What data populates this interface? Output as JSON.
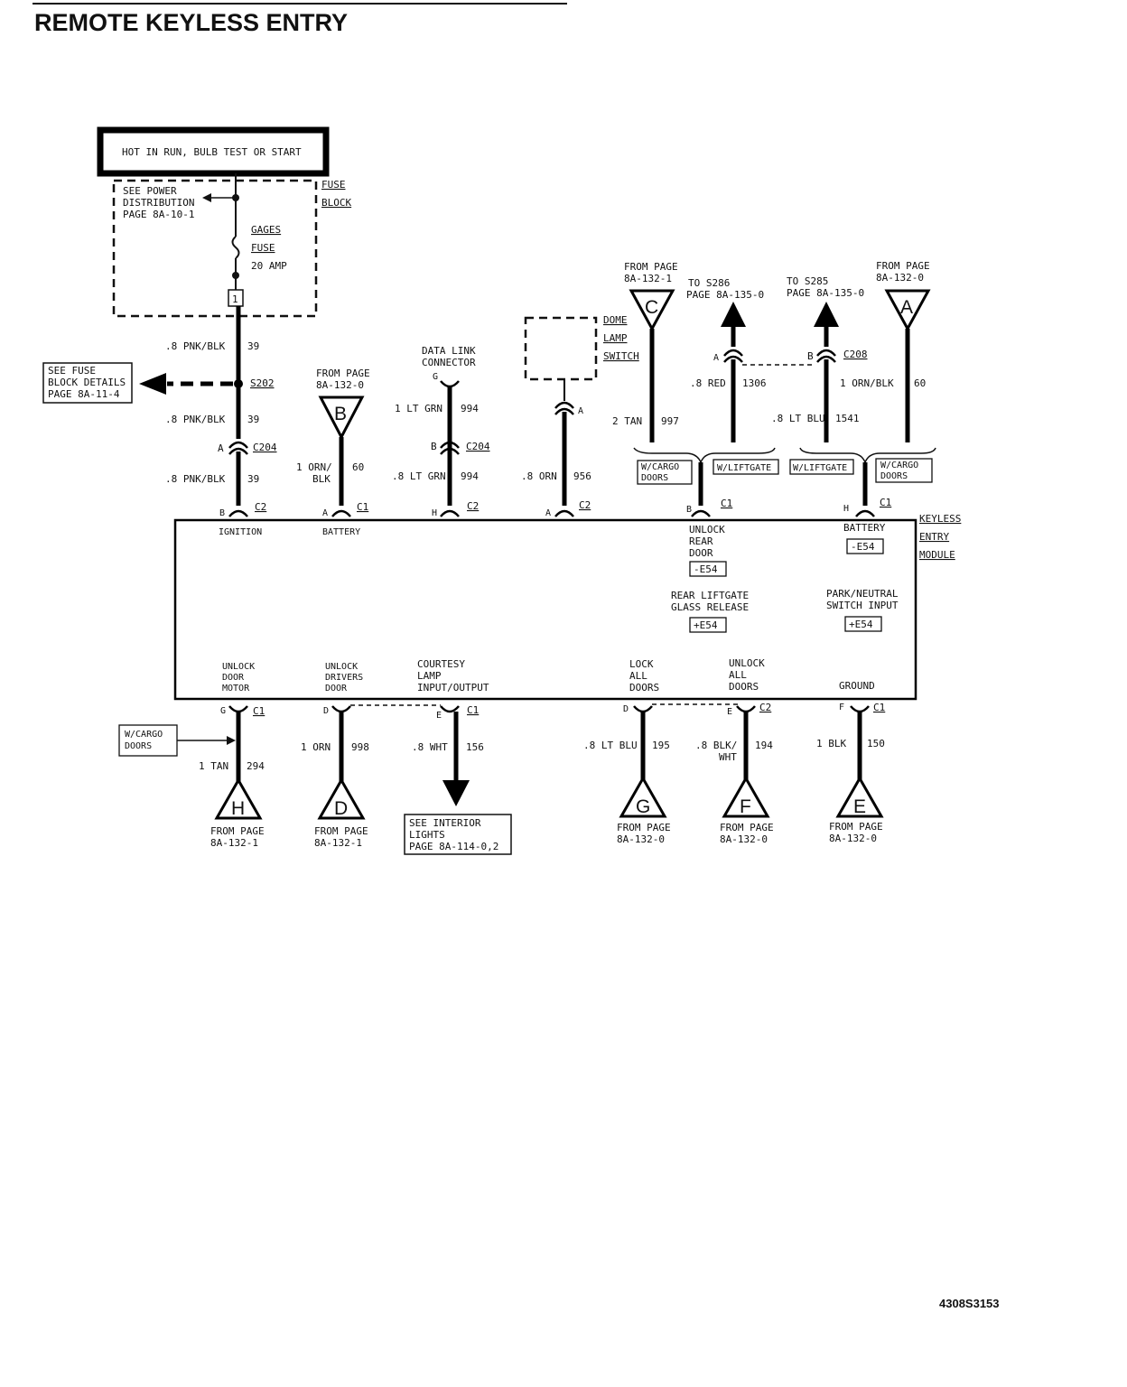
{
  "title": "REMOTE KEYLESS ENTRY",
  "drawing_code": "4308S3153",
  "power_box": "HOT IN RUN, BULB TEST OR START",
  "fuse_block": {
    "name_1": "FUSE",
    "name_2": "BLOCK",
    "ref_1": "SEE POWER",
    "ref_2": "DISTRIBUTION",
    "ref_3": "PAGE 8A-10-1",
    "fuse_name_1": "GAGES",
    "fuse_name_2": "FUSE",
    "fuse_rating": "20 AMP",
    "terminal": "1"
  },
  "splice_ref": {
    "line_1": "SEE FUSE",
    "line_2": "BLOCK DETAILS",
    "line_3": "PAGE 8A-11-4",
    "splice": "S202"
  },
  "ignition_wires": {
    "w1_color": ".8 PNK/BLK",
    "w1_circuit": "39",
    "w2_color": ".8 PNK/BLK",
    "w2_circuit": "39",
    "w3_color": ".8 PNK/BLK",
    "w3_circuit": "39",
    "conn_pin": "A",
    "conn_name": "C204",
    "mod_pin": "B",
    "mod_conn": "C2"
  },
  "battery_wire": {
    "from_1": "FROM PAGE",
    "from_2": "8A-132-0",
    "letter": "B",
    "color_1": "1 ORN/",
    "color_2": "BLK",
    "circuit": "60",
    "mod_pin": "A",
    "mod_conn": "C1"
  },
  "data_link": {
    "name_1": "DATA LINK",
    "name_2": "CONNECTOR",
    "pin_top": "G",
    "w1_color": "1 LT GRN",
    "w1_circuit": "994",
    "conn_pin": "B",
    "conn_name": "C204",
    "w2_color": ".8 LT GRN",
    "w2_circuit": "994",
    "mod_pin": "H",
    "mod_conn": "C2"
  },
  "dome_lamp": {
    "name_1": "DOME",
    "name_2": "LAMP",
    "name_3": "SWITCH",
    "pin_top": "A",
    "color": ".8 ORN",
    "circuit": "956",
    "mod_pin": "A",
    "mod_conn": "C2"
  },
  "rear_door": {
    "from_1": "FROM PAGE",
    "from_2": "8A-132-1",
    "letter_c": "C",
    "tan_color": "2 TAN",
    "tan_circuit": "997",
    "to_1": "TO S286",
    "to_2": "PAGE 8A-135-0",
    "red_pin": "A",
    "red_color": ".8 RED",
    "red_circuit": "1306",
    "opt_cargo_1": "W/CARGO",
    "opt_cargo_2": "DOORS",
    "opt_liftgate": "W/LIFTGATE",
    "mod_pin": "B",
    "mod_conn": "C1"
  },
  "battery_right": {
    "to_1": "TO S285",
    "to_2": "PAGE 8A-135-0",
    "from_1": "FROM PAGE",
    "from_2": "8A-132-0",
    "letter_a": "A",
    "blu_color": ".8 LT BLU",
    "blu_circuit": "1541",
    "conn_pin": "B",
    "conn_name": "C208",
    "orn_color": "1 ORN/BLK",
    "orn_circuit": "60",
    "opt_liftgate": "W/LIFTGATE",
    "opt_cargo_1": "W/CARGO",
    "opt_cargo_2": "DOORS",
    "mod_pin": "H",
    "mod_conn": "C1"
  },
  "module": {
    "name_1": "KEYLESS",
    "name_2": "ENTRY",
    "name_3": "MODULE",
    "t_ignition": "IGNITION",
    "t_battery": "BATTERY",
    "t_unlock_rear_1": "UNLOCK",
    "t_unlock_rear_2": "REAR",
    "t_unlock_rear_3": "DOOR",
    "t_battery_r": "BATTERY",
    "t_liftgate_1": "REAR LIFTGATE",
    "t_liftgate_2": "GLASS RELEASE",
    "t_park_1": "PARK/NEUTRAL",
    "t_park_2": "SWITCH INPUT",
    "opt_e54_minus_1": "-E54",
    "opt_e54_minus_2": "-E54",
    "opt_e54_plus_1": "+E54",
    "opt_e54_plus_2": "+E54",
    "b_unlock_door_1": "UNLOCK",
    "b_unlock_door_2": "DOOR",
    "b_unlock_door_3": "MOTOR",
    "b_unlock_drv_1": "UNLOCK",
    "b_unlock_drv_2": "DRIVERS",
    "b_unlock_drv_3": "DOOR",
    "b_courtesy_1": "COURTESY",
    "b_courtesy_2": "LAMP",
    "b_courtesy_3": "INPUT/OUTPUT",
    "b_lock_1": "LOCK",
    "b_lock_2": "ALL",
    "b_lock_3": "DOORS",
    "b_unlock_all_1": "UNLOCK",
    "b_unlock_all_2": "ALL",
    "b_unlock_all_3": "DOORS",
    "b_ground": "GROUND"
  },
  "bottom": {
    "h_pin": "G",
    "h_conn": "C1",
    "h_color": "1 TAN",
    "h_circuit": "294",
    "h_letter": "H",
    "h_from_1": "FROM PAGE",
    "h_from_2": "8A-132-1",
    "cargo_1": "W/CARGO",
    "cargo_2": "DOORS",
    "d_pin": "D",
    "d_color": "1 ORN",
    "d_circuit": "998",
    "d_letter": "D",
    "d_from_1": "FROM PAGE",
    "d_from_2": "8A-132-1",
    "e_pin": "E",
    "e_conn": "C1",
    "e_color": ".8 WHT",
    "e_circuit": "156",
    "e_ref_1": "SEE INTERIOR",
    "e_ref_2": "LIGHTS",
    "e_ref_3": "PAGE 8A-114-0,2",
    "g_pin": "D",
    "g_color": ".8 LT BLU",
    "g_circuit": "195",
    "g_letter": "G",
    "g_from_1": "FROM PAGE",
    "g_from_2": "8A-132-0",
    "f_pin": "E",
    "f_conn": "C2",
    "f_color_1": ".8 BLK/",
    "f_color_2": "WHT",
    "f_circuit": "194",
    "f_letter": "F",
    "f_from_1": "FROM PAGE",
    "f_from_2": "8A-132-0",
    "gnd_pin": "F",
    "gnd_conn": "C1",
    "gnd_color": "1 BLK",
    "gnd_circuit": "150",
    "gnd_letter": "E",
    "gnd_from_1": "FROM PAGE",
    "gnd_from_2": "8A-132-0"
  }
}
